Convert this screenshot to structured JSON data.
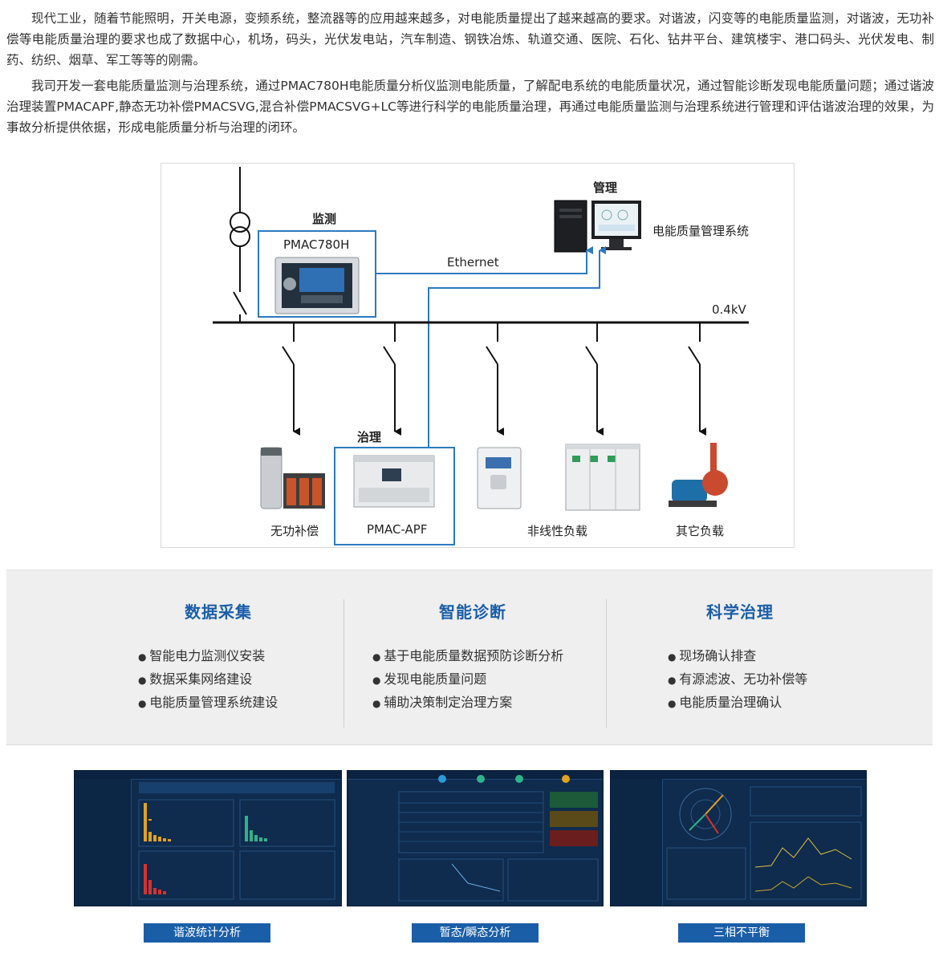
{
  "intro": {
    "p1": "现代工业，随着节能照明，开关电源，变频系统，整流器等的应用越来越多，对电能质量提出了越来越高的要求。对谐波，闪变等的电能质量监测，对谐波，无功补偿等电能质量治理的要求也成了数据中心，机场，码头，光伏发电站，汽车制造、钢铁冶炼、轨道交通、医院、石化、钻井平台、建筑楼宇、港口码头、光伏发电、制药、纺织、烟草、军工等等的刚需。",
    "p2": "我司开发一套电能质量监测与治理系统，通过PMAC780H电能质量分析仪监测电能质量，了解配电系统的电能质量状况，通过智能诊断发现电能质量问题；通过谐波治理装置PMACAPF,静态无功补偿PMACSVG,混合补偿PMACSVG+LC等进行科学的电能质量治理，再通过电能质量监测与治理系统进行管理和评估谐波治理的效果，为事故分析提供依据，形成电能质量分析与治理的闭环。"
  },
  "diagram": {
    "monitor_title": "监测",
    "monitor_device": "PMAC780H",
    "manage_title": "管理",
    "manage_system": "电能质量管理系统",
    "ethernet": "Ethernet",
    "bus_voltage": "0.4kV",
    "treat_title": "治理",
    "treat_device": "PMAC-APF",
    "load_reactive": "无功补偿",
    "load_nonlinear": "非线性负载",
    "load_other": "其它负载"
  },
  "pillars": [
    {
      "title": "数据采集",
      "items": [
        "智能电力监测仪安装",
        "数据采集网络建设",
        "电能质量管理系统建设"
      ]
    },
    {
      "title": "智能诊断",
      "items": [
        "基于电能质量数据预防诊断分析",
        "发现电能质量问题",
        "辅助决策制定治理方案"
      ]
    },
    {
      "title": "科学治理",
      "items": [
        "现场确认排查",
        "有源滤波、无功补偿等",
        "电能质量治理确认"
      ]
    }
  ],
  "screenshots": [
    {
      "caption": "谐波统计分析"
    },
    {
      "caption": "暂态/瞬态分析"
    },
    {
      "caption": "三相不平衡"
    }
  ],
  "colors": {
    "accent": "#1a5ea8",
    "line_blue": "#2b7bc0",
    "bus": "#111111"
  }
}
